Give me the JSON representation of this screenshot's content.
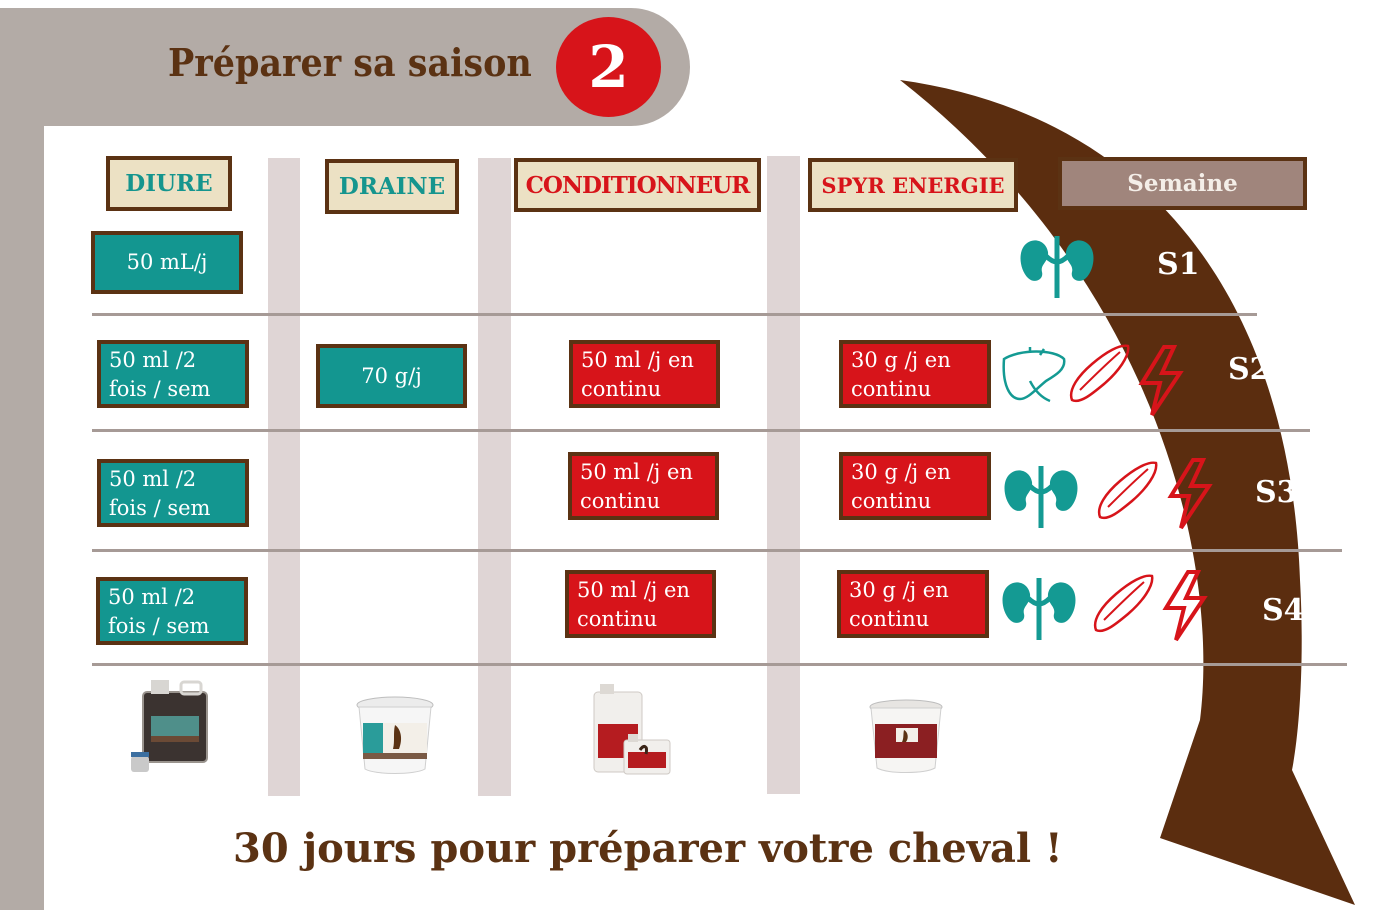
{
  "header": {
    "title": "Préparer sa saison",
    "step": "2"
  },
  "columns": {
    "diure": "DIURE",
    "draine": "DRAINE",
    "conditionneur": "CONDITIONNEUR",
    "spyr_energie": "SPYR ENERGIE",
    "semaine": "Semaine"
  },
  "rows": [
    {
      "week": "S1",
      "diure": "50 mL/j",
      "draine": "",
      "conditionneur": "",
      "spyr": "",
      "icons": [
        "kidney-icon"
      ]
    },
    {
      "week": "S2",
      "diure": "50 ml /2 fois / sem",
      "draine": "70 g/j",
      "conditionneur": "50 ml /j en continu",
      "spyr": "30 g /j en continu",
      "icons": [
        "liver-icon",
        "muscle-icon",
        "lightning-icon"
      ]
    },
    {
      "week": "S3",
      "diure": "50 ml /2 fois / sem",
      "draine": "",
      "conditionneur": "50 ml /j en continu",
      "spyr": "30 g /j en continu",
      "icons": [
        "kidney-icon",
        "muscle-icon",
        "lightning-icon"
      ]
    },
    {
      "week": "S4",
      "diure": "50 ml /2 fois / sem",
      "draine": "",
      "conditionneur": "50 ml /j en continu",
      "spyr": "30 g /j en continu",
      "icons": [
        "kidney-icon",
        "muscle-icon",
        "lightning-icon"
      ]
    }
  ],
  "products": [
    "diure-can",
    "draine-bucket",
    "conditionneur-cans",
    "spyr-energie-bucket"
  ],
  "footer": "30 jours pour préparer votre cheval !",
  "colors": {
    "brown": "#5b3213",
    "teal": "#139690",
    "red": "#d7141a",
    "grey": "#b3aba6",
    "cream": "#ece1c4"
  }
}
